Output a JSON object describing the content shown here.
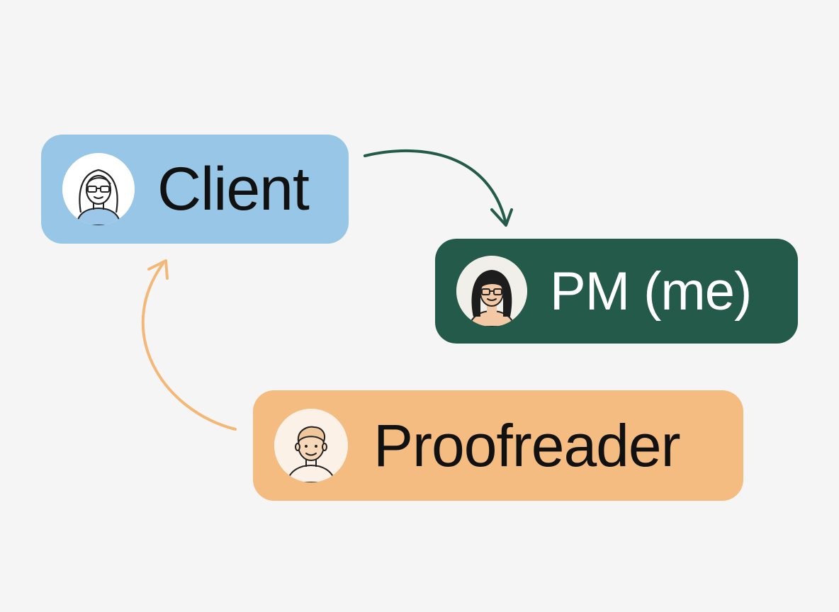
{
  "nodes": {
    "client": {
      "label": "Client",
      "color": "#97c6e6",
      "avatar": "woman-glasses-icon"
    },
    "pm": {
      "label": "PM (me)",
      "color": "#245a49",
      "avatar": "woman-glasses-dark-hair-icon"
    },
    "proofreader": {
      "label": "Proofreader",
      "color": "#f4bc80",
      "avatar": "man-icon"
    }
  },
  "edges": [
    {
      "from": "client",
      "to": "pm",
      "color": "#245a49"
    },
    {
      "from": "proofreader",
      "to": "client",
      "color": "#f3b878"
    }
  ]
}
